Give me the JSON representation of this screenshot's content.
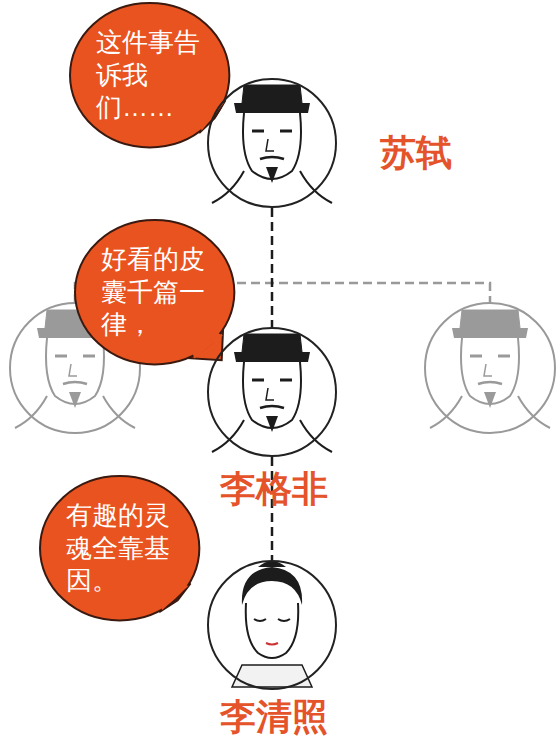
{
  "diagram": {
    "nodes": [
      {
        "text": [
          "这件事告诉我们……"
        ]
      },
      {
        "text": [
          "苏轼"
        ]
      },
      {
        "text": [
          "好看的皮囊千篇一律，"
        ]
      },
      {
        "text": [
          "李格非"
        ]
      },
      {
        "text": [
          "有趣的灵魂全靠基因。"
        ]
      },
      {
        "text": [
          "李清照"
        ]
      }
    ],
    "edges": [
      {
        "from": 1,
        "to": 3,
        "arrow": "none"
      },
      {
        "from": 3,
        "to": 5,
        "arrow": "none"
      }
    ]
  }
}
